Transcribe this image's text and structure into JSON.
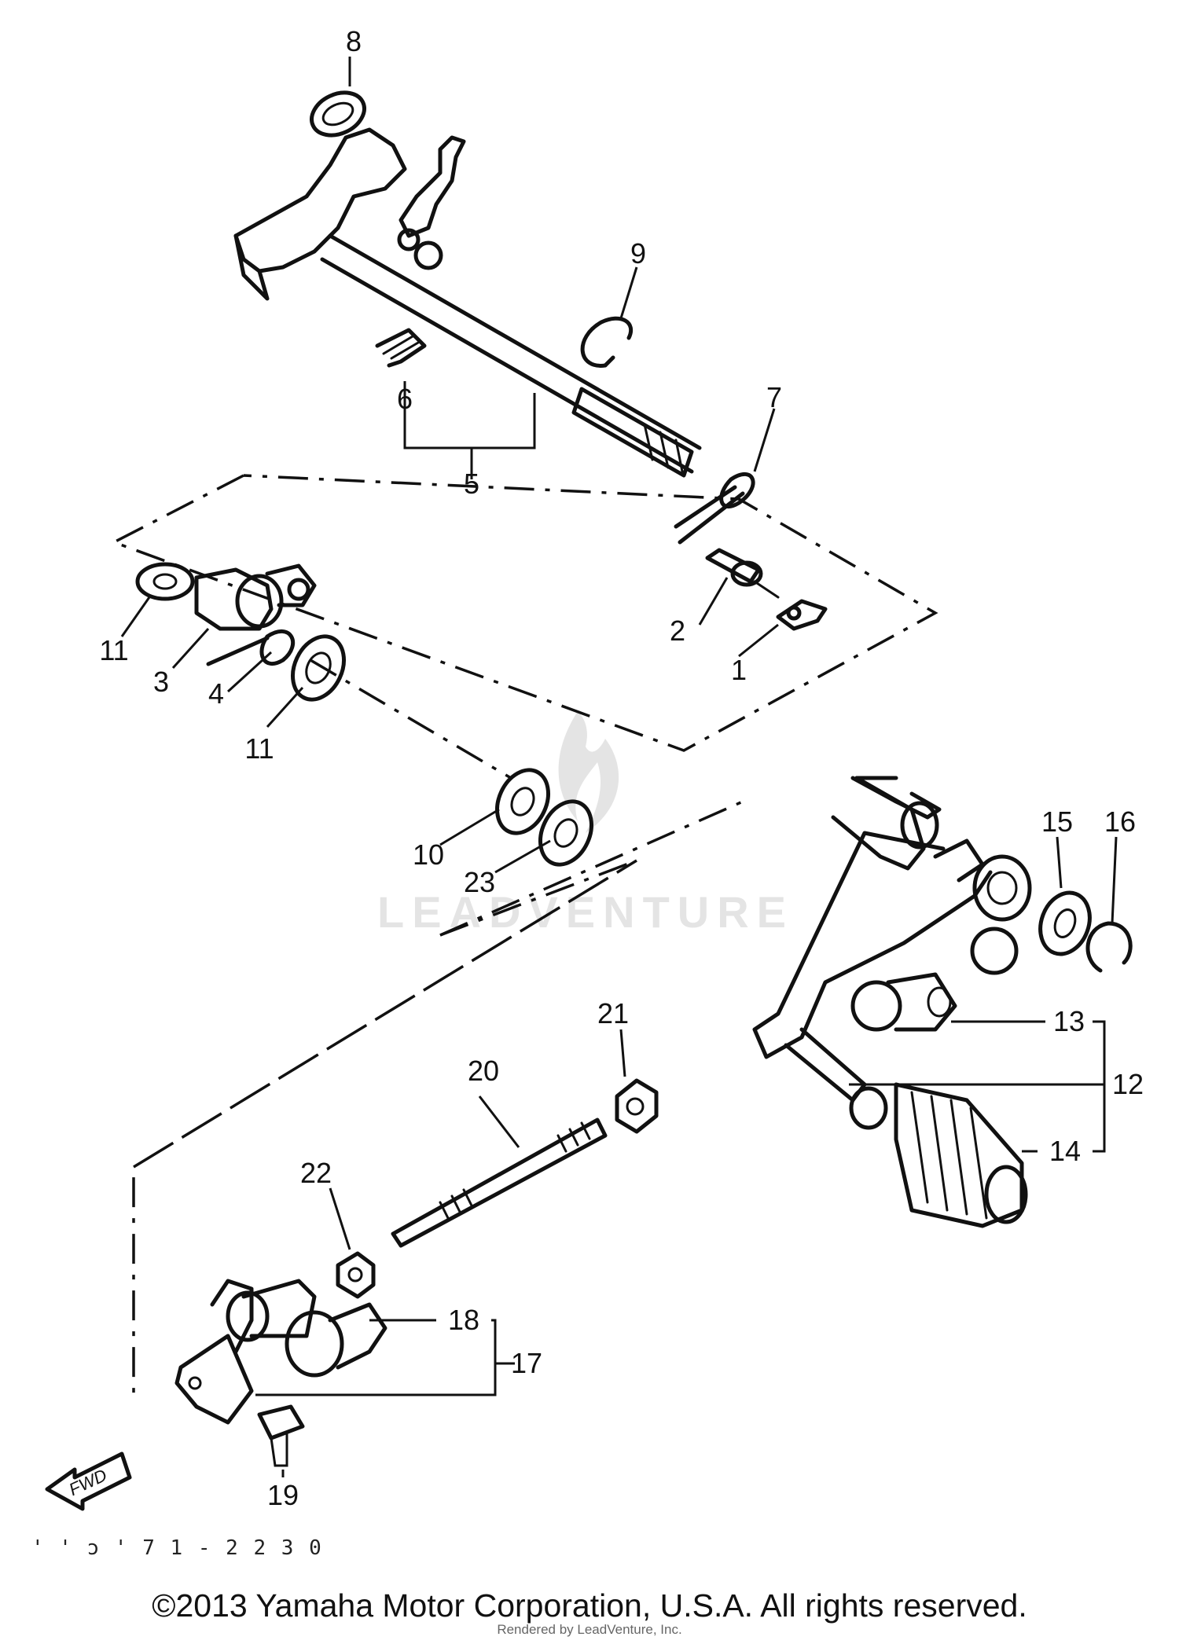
{
  "callouts": [
    "1",
    "2",
    "3",
    "4",
    "5",
    "6",
    "7",
    "8",
    "9",
    "10",
    "11",
    "11",
    "12",
    "13",
    "14",
    "15",
    "16",
    "17",
    "18",
    "19",
    "20",
    "21",
    "22",
    "23"
  ],
  "fwd_label": "FWD",
  "diagram_code": "' ' ɔ ' 7 1 - 2 2 3 0",
  "watermark": "LEADVENTURE",
  "copyright": "©2013 Yamaha Motor Corporation, U.S.A. All rights reserved.",
  "rendered_by": "Rendered by LeadVenture, Inc."
}
